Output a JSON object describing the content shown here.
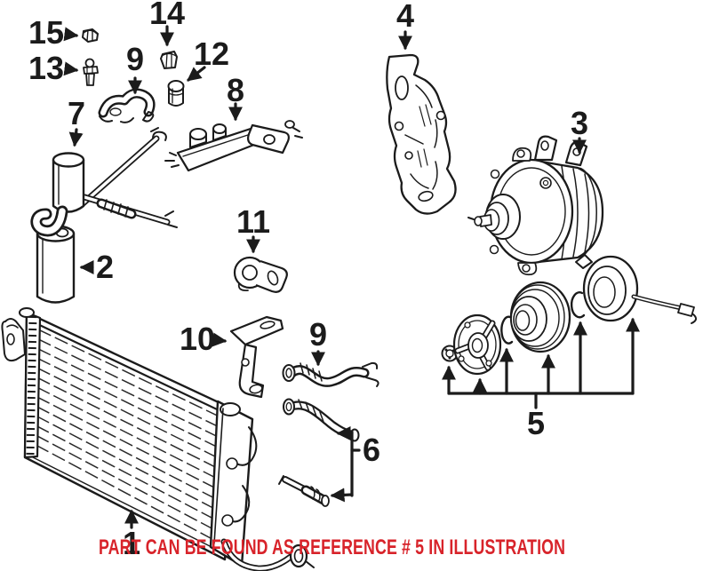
{
  "diagram": {
    "type": "parts-illustration",
    "subject": "air-conditioning-system-exploded-view",
    "background": "#ffffff",
    "ink": "#1b1b1b",
    "caption": {
      "text": "PART CAN BE FOUND AS REFERENCE # 5 IN ILLUSTRATION",
      "color": "#d8232a"
    },
    "callouts": [
      {
        "label": "15",
        "part": "cap-nut"
      },
      {
        "label": "13",
        "part": "service-valve"
      },
      {
        "label": "14",
        "part": "valve-cap"
      },
      {
        "label": "9",
        "part": "hose-clamp"
      },
      {
        "label": "12",
        "part": "valve-fitting"
      },
      {
        "label": "8",
        "part": "refrigerant-line-assembly"
      },
      {
        "label": "7",
        "part": "accumulator-with-hoses"
      },
      {
        "label": "4",
        "part": "compressor-mounting-bracket"
      },
      {
        "label": "3",
        "part": "ac-compressor"
      },
      {
        "label": "2",
        "part": "receiver-drier"
      },
      {
        "label": "11",
        "part": "mounting-grommet"
      },
      {
        "label": "10",
        "part": "support-bracket"
      },
      {
        "label": "9",
        "part": "hose-elbow"
      },
      {
        "label": "6",
        "part": "hose-fittings-pair"
      },
      {
        "label": "5",
        "part": "compressor-clutch-assembly"
      },
      {
        "label": "1",
        "part": "condenser"
      }
    ]
  }
}
